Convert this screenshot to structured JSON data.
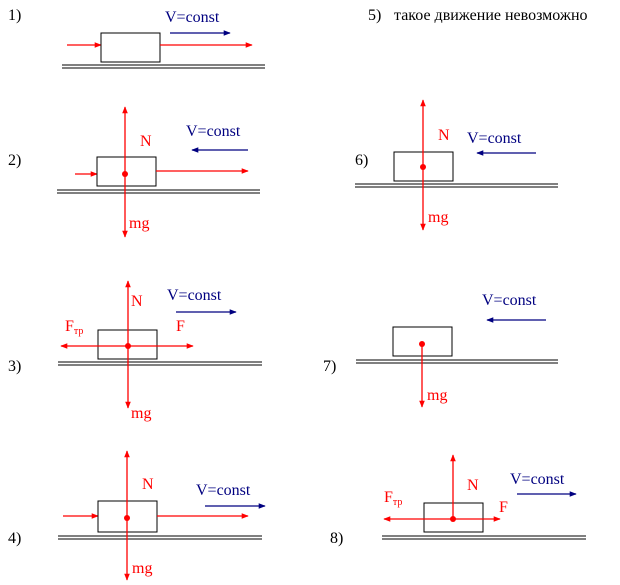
{
  "labels": {
    "velocity": "V=const",
    "normal": "N",
    "gravity": "mg",
    "force": "F",
    "friction_base": "F",
    "friction_sub": "тр"
  },
  "colors": {
    "force": "#ff0000",
    "velocity": "#000080",
    "outline": "#000000"
  },
  "panels": [
    {
      "number": "1)",
      "forces": [
        "applied-in",
        "applied-out"
      ],
      "velocity": "right"
    },
    {
      "number": "2)",
      "forces": [
        "normal",
        "gravity",
        "applied-in",
        "applied-out"
      ],
      "velocity": "left"
    },
    {
      "number": "3)",
      "forces": [
        "normal",
        "gravity",
        "friction",
        "force"
      ],
      "velocity": "right"
    },
    {
      "number": "4)",
      "forces": [
        "normal",
        "gravity",
        "applied-in",
        "applied-out"
      ],
      "velocity": "right"
    },
    {
      "number": "5)",
      "note": "такое движение невозможно"
    },
    {
      "number": "6)",
      "forces": [
        "normal",
        "gravity"
      ],
      "velocity": "left"
    },
    {
      "number": "7)",
      "forces": [
        "gravity"
      ],
      "velocity": "left"
    },
    {
      "number": "8)",
      "forces": [
        "normal",
        "friction",
        "force"
      ],
      "velocity": "right"
    }
  ]
}
